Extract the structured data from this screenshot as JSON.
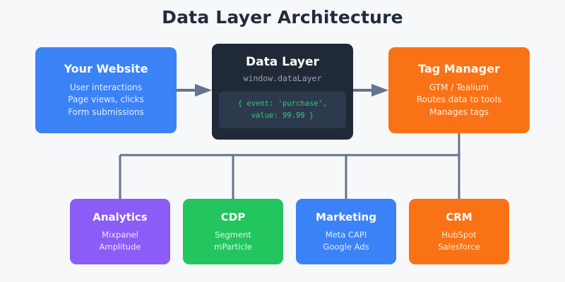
{
  "title": "Data Layer Architecture",
  "colors": {
    "background": "#f7f8fa",
    "title": "#222b3d",
    "connector": "#64748b",
    "website": "#3b82f6",
    "datalayer": "#1f2937",
    "datalayer_code_panel": "#2d3a4d",
    "datalayer_code_text": "#34c77b",
    "tagmanager": "#f97316",
    "analytics": "#8b5cf6",
    "cdp": "#22c55e",
    "marketing": "#3b82f6",
    "crm": "#f97316"
  },
  "flow": {
    "source": {
      "title": "Your Website",
      "lines": [
        "User interactions",
        "Page views, clicks",
        "Form submissions"
      ]
    },
    "datalayer": {
      "title": "Data Layer",
      "subtitle": "window.dataLayer",
      "code_lines": [
        "{ event: 'purchase',",
        "value: 99.99 }"
      ]
    },
    "tag_manager": {
      "title": "Tag Manager",
      "lines": [
        "GTM / Tealium",
        "Routes data to tools",
        "Manages tags"
      ]
    }
  },
  "destinations": [
    {
      "title": "Analytics",
      "lines": [
        "Mixpanel",
        "Amplitude"
      ]
    },
    {
      "title": "CDP",
      "lines": [
        "Segment",
        "mParticle"
      ]
    },
    {
      "title": "Marketing",
      "lines": [
        "Meta CAPI",
        "Google Ads"
      ]
    },
    {
      "title": "CRM",
      "lines": [
        "HubSpot",
        "Salesforce"
      ]
    }
  ]
}
